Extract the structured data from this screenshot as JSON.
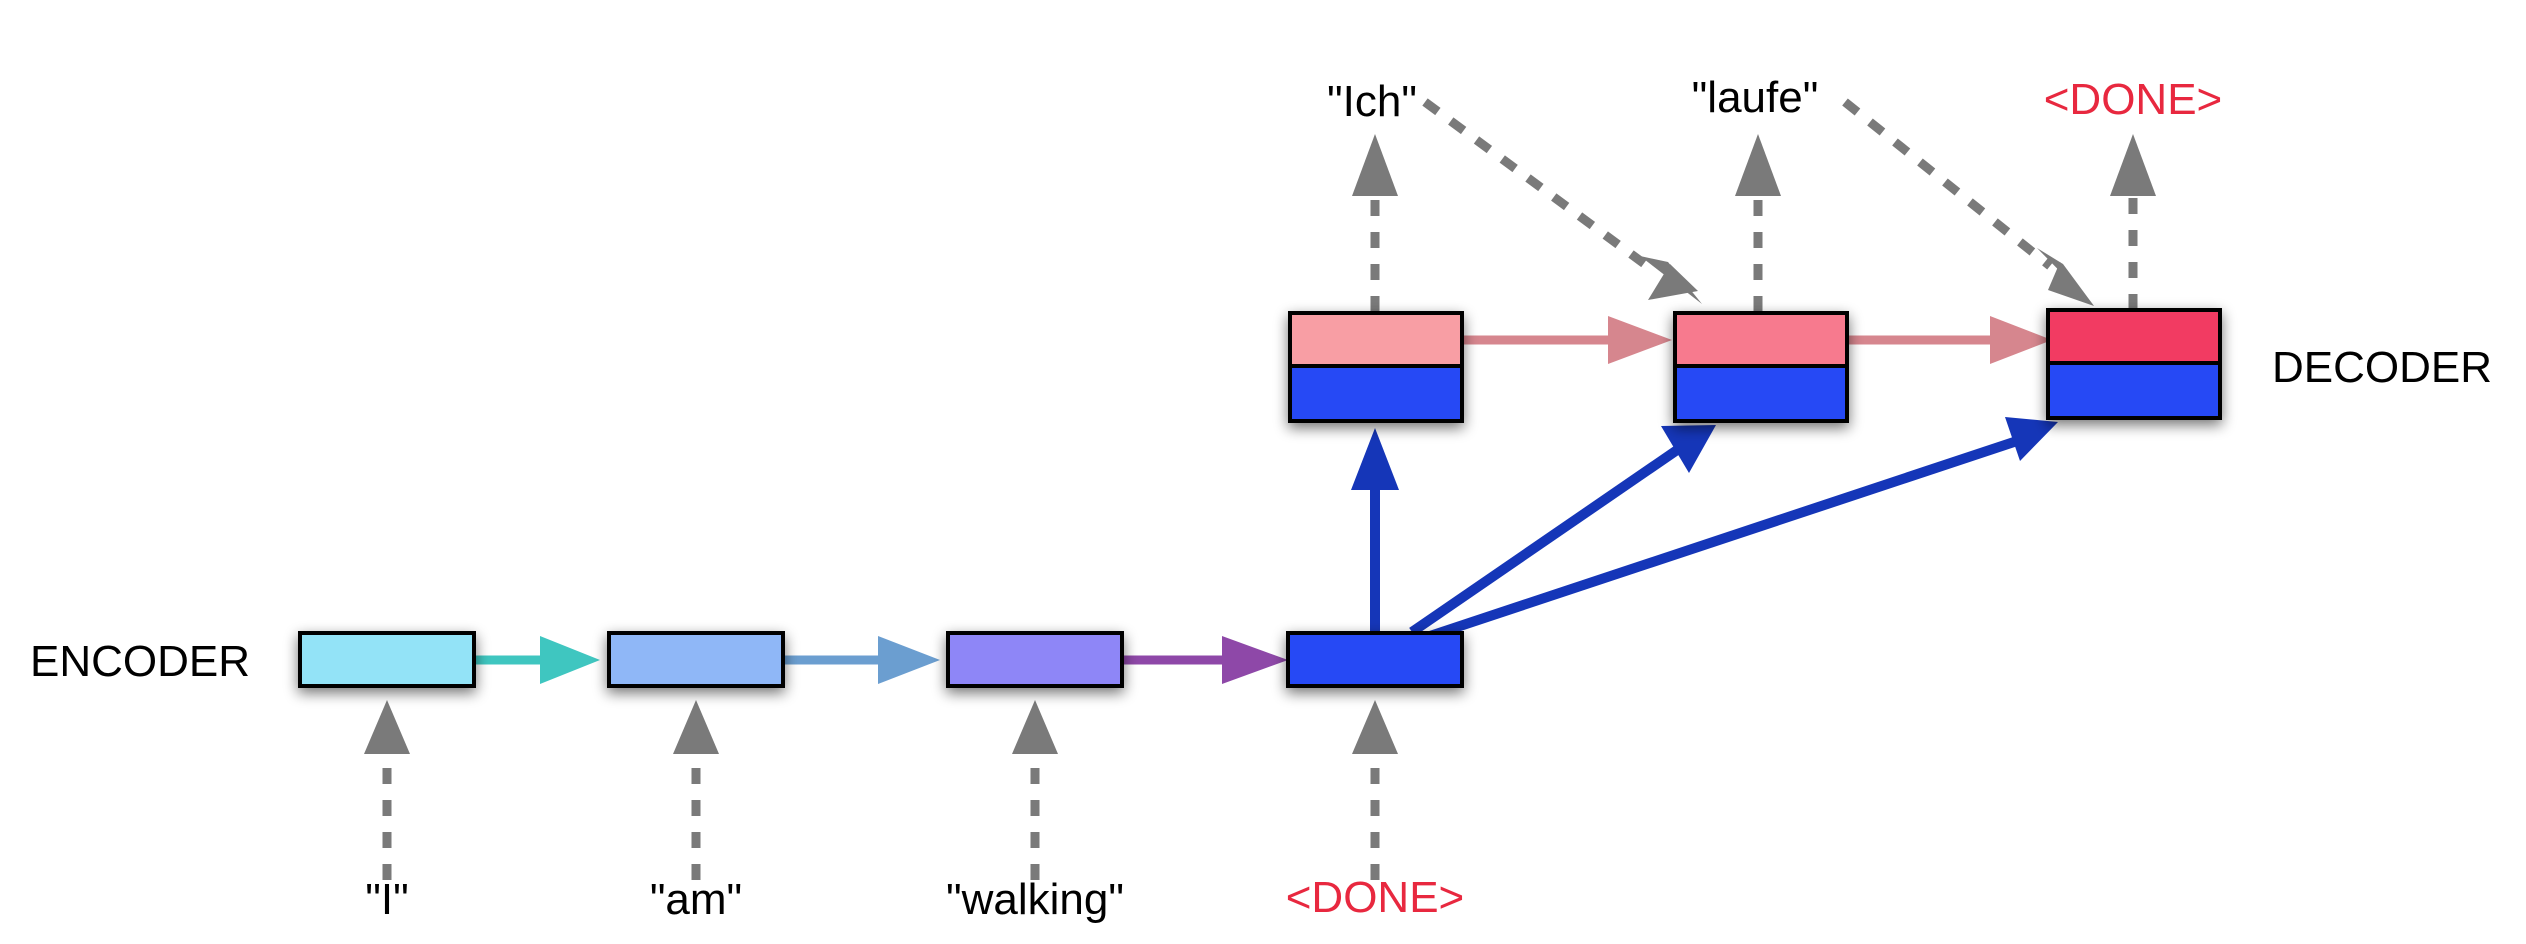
{
  "encoder": {
    "label": "ENCODER",
    "inputs": [
      "\"I\"",
      "\"am\"",
      "\"walking\"",
      "<DONE>"
    ],
    "cell_colors": [
      "#93e3f7",
      "#8fb7f7",
      "#8e86f7",
      "#2648f5"
    ]
  },
  "decoder": {
    "label": "DECODER",
    "outputs": [
      "\"Ich\"",
      "\"laufe\"",
      "<DONE>"
    ],
    "top_colors": [
      "#f89ea4",
      "#f77a8e",
      "#f23a62"
    ],
    "bottom_color": "#2648f5"
  },
  "colors": {
    "done_text": "#e8283f",
    "dashed_arrow": "#7a7a7a",
    "context_arrow": "#1536b8",
    "decoder_link": "#d6868e",
    "encoder_links": [
      "#3fc6c0",
      "#6b9ed0",
      "#8e48a8"
    ]
  }
}
